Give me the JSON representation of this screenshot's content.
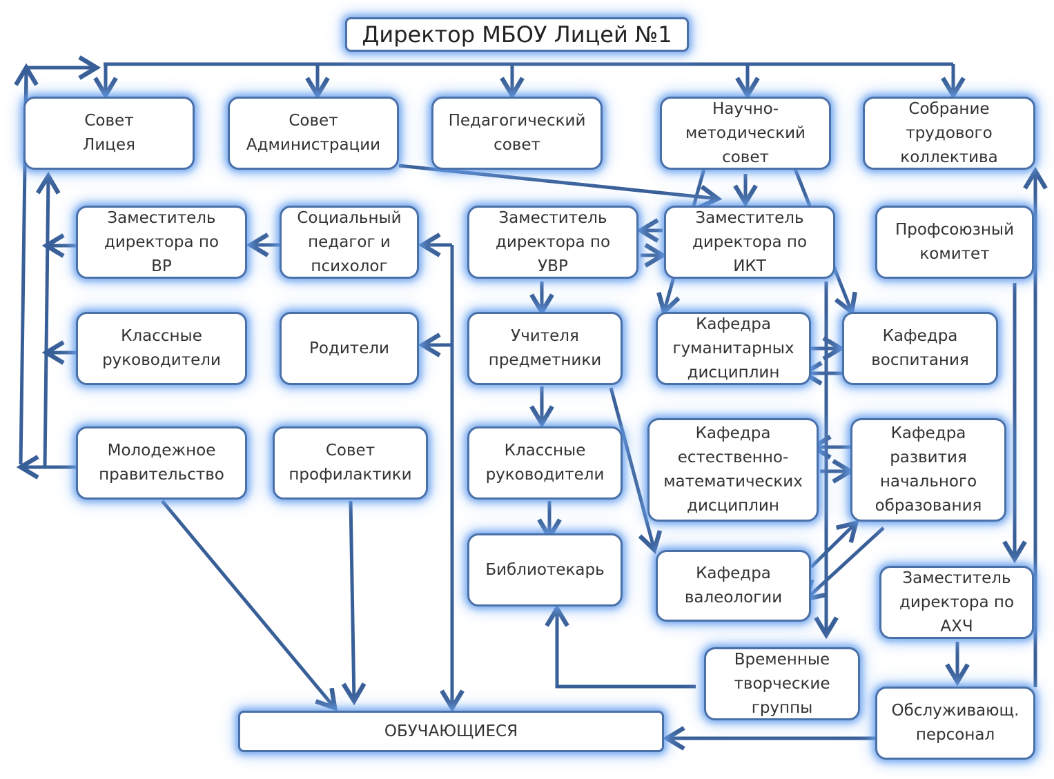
{
  "colors": {
    "line": "#395f98",
    "border": "#4a70a8",
    "glow": "#6aa8f0",
    "text": "#333333",
    "background": "#ffffff"
  },
  "boxes": {
    "director": "Директор МБОУ Лицей №1",
    "sovet_liceya": "Совет\nЛицея",
    "sovet_admin": "Совет\nАдминистрации",
    "ped_sovet": "Педагогический\nсовет",
    "nauch_sovet": "Научно-\nметодический\nсовет",
    "sobranie": "Собрание\nтрудового\nколлектива",
    "zam_vr": "Заместитель\nдиректора по\nВР",
    "soc_pedagog": "Социальный\nпедагог и\nпсихолог",
    "zam_uvr": "Заместитель\nдиректора по\nУВР",
    "zam_ikt": "Заместитель\nдиректора по\nИКТ",
    "profkom": "Профсоюзный\nкомитет",
    "klass_ruk_1": "Классные\nруководители",
    "roditeli": "Родители",
    "uchitelya": "Учителя\nпредметники",
    "kaf_gum": "Кафедра\nгуманитарных\nдисциплин",
    "kaf_vosp": "Кафедра\nвоспитания",
    "molod_prav": "Молодежное\nправительство",
    "sovet_prof": "Совет\nпрофилактики",
    "klass_ruk_2": "Классные\nруководители",
    "kaf_estmat": "Кафедра\nестественно-\nматематических\nдисциплин",
    "kaf_nach": "Кафедра\nразвития\nначального\nобразования",
    "bibliotekar": "Библиотекарь",
    "kaf_valeo": "Кафедра\nвалеологии",
    "zam_ahch": "Заместитель\nдиректора по\nАХЧ",
    "vrem_gruppy": "Временные\nтворческие\nгруппы",
    "obsluzh": "Обслуживающ.\nперсонал",
    "obuchayushiesya": "ОБУЧАЮЩИЕСЯ"
  }
}
